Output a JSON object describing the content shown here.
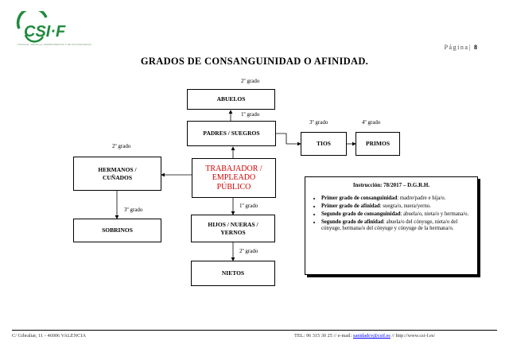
{
  "header": {
    "logo_text": "CSI·F",
    "logo_subtitle": "CENTRAL SINDICAL INDEPENDIENTE Y DE FUNCIONARIOS",
    "page_word": "Página",
    "page_number": "8"
  },
  "title": "GRADOS DE CONSANGUINIDAD O AFINIDAD.",
  "boxes": {
    "abuelos": "ABUELOS",
    "padres": "PADRES / SUEGROS",
    "tios": "TIOS",
    "primos": "PRIMOS",
    "hermanos": "HERMANOS / CUÑADOS",
    "trabajador": "TRABAJADOR / EMPLEADO PÚBLICO",
    "sobrinos": "SOBRINOS",
    "hijos": "HIJOS / NUERAS / YERNOS",
    "nietos": "NIETOS"
  },
  "grades": {
    "abuelos": "2º grado",
    "padres": "1º grado",
    "tios": "3º grado",
    "primos": "4º grado",
    "hermanos": "2º grado",
    "sobrinos": "3º grado",
    "hijos": "1º grado",
    "nietos": "2º grado"
  },
  "instruction": {
    "title": "Instrucción: 78/2017 – D.G.R.H.",
    "items": [
      {
        "term": "Primer grado de consanguinidad",
        "desc": ": madre/padre e hija/o."
      },
      {
        "term": "Primer grado de afinidad",
        "desc": ": suegra/o, nuera/yerno."
      },
      {
        "term": "Segundo grado de consanguinidad",
        "desc": ": abuela/o, nieta/o y hermana/o."
      },
      {
        "term": "Segundo grado de afinidad",
        "desc": ": abuela/o del cónyuge, nieta/o del cónyuge, hermana/o del cónyuge y cónyuge de la hermana/o."
      }
    ]
  },
  "footer": {
    "address": "C/ Gibraltar, 11  -  46006 VALENCIA",
    "tel": "TEL: 96 315 30 25  //  e-mail:",
    "email": "sanidadcv@csif.es",
    "web": "//   http://www.csi-f.es/"
  }
}
